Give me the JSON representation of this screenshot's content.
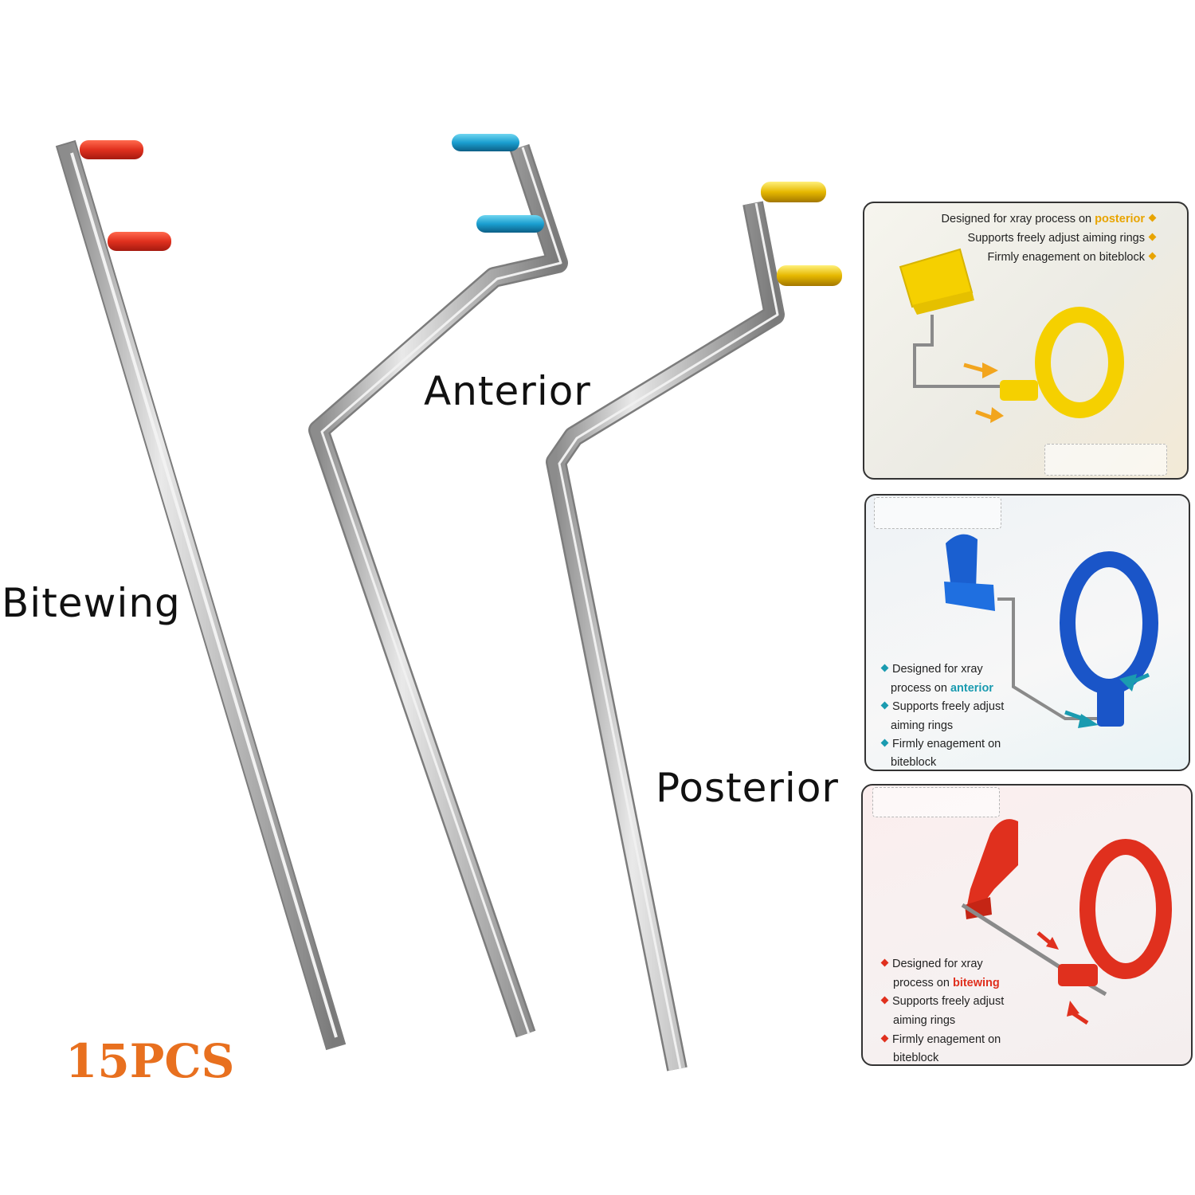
{
  "labels": {
    "bitewing": "Bitewing",
    "anterior": "Anterior",
    "posterior": "Posterior",
    "count": "15PCS"
  },
  "colors": {
    "bitewing": "#e0301e",
    "anterior": "#1a7fc0",
    "posterior": "#e6b800",
    "count": "#e8701f",
    "anterior_text": "#1a9bb0",
    "posterior_text": "#e8a400"
  },
  "panels": {
    "posterior": {
      "lines": [
        {
          "text": "Designed for xray process on ",
          "highlight": "posterior"
        },
        {
          "text": "Supports freely adjust aiming rings",
          "highlight": ""
        },
        {
          "text": "Firmly enagement on biteblock",
          "highlight": ""
        }
      ]
    },
    "anterior": {
      "lines": [
        {
          "text": "Designed for xray",
          "highlight": ""
        },
        {
          "text": "process on ",
          "highlight": "anterior"
        },
        {
          "text": "Supports freely adjust",
          "highlight": ""
        },
        {
          "text": "aiming rings",
          "highlight": ""
        },
        {
          "text": "Firmly enagement on",
          "highlight": ""
        },
        {
          "text": "biteblock",
          "highlight": ""
        }
      ]
    },
    "bitewing": {
      "lines": [
        {
          "text": "Designed for xray",
          "highlight": ""
        },
        {
          "text": "process on ",
          "highlight": "bitewing"
        },
        {
          "text": "Supports freely adjust",
          "highlight": ""
        },
        {
          "text": "aiming rings",
          "highlight": ""
        },
        {
          "text": "Firmly enagement on",
          "highlight": ""
        },
        {
          "text": "biteblock",
          "highlight": ""
        }
      ]
    }
  }
}
